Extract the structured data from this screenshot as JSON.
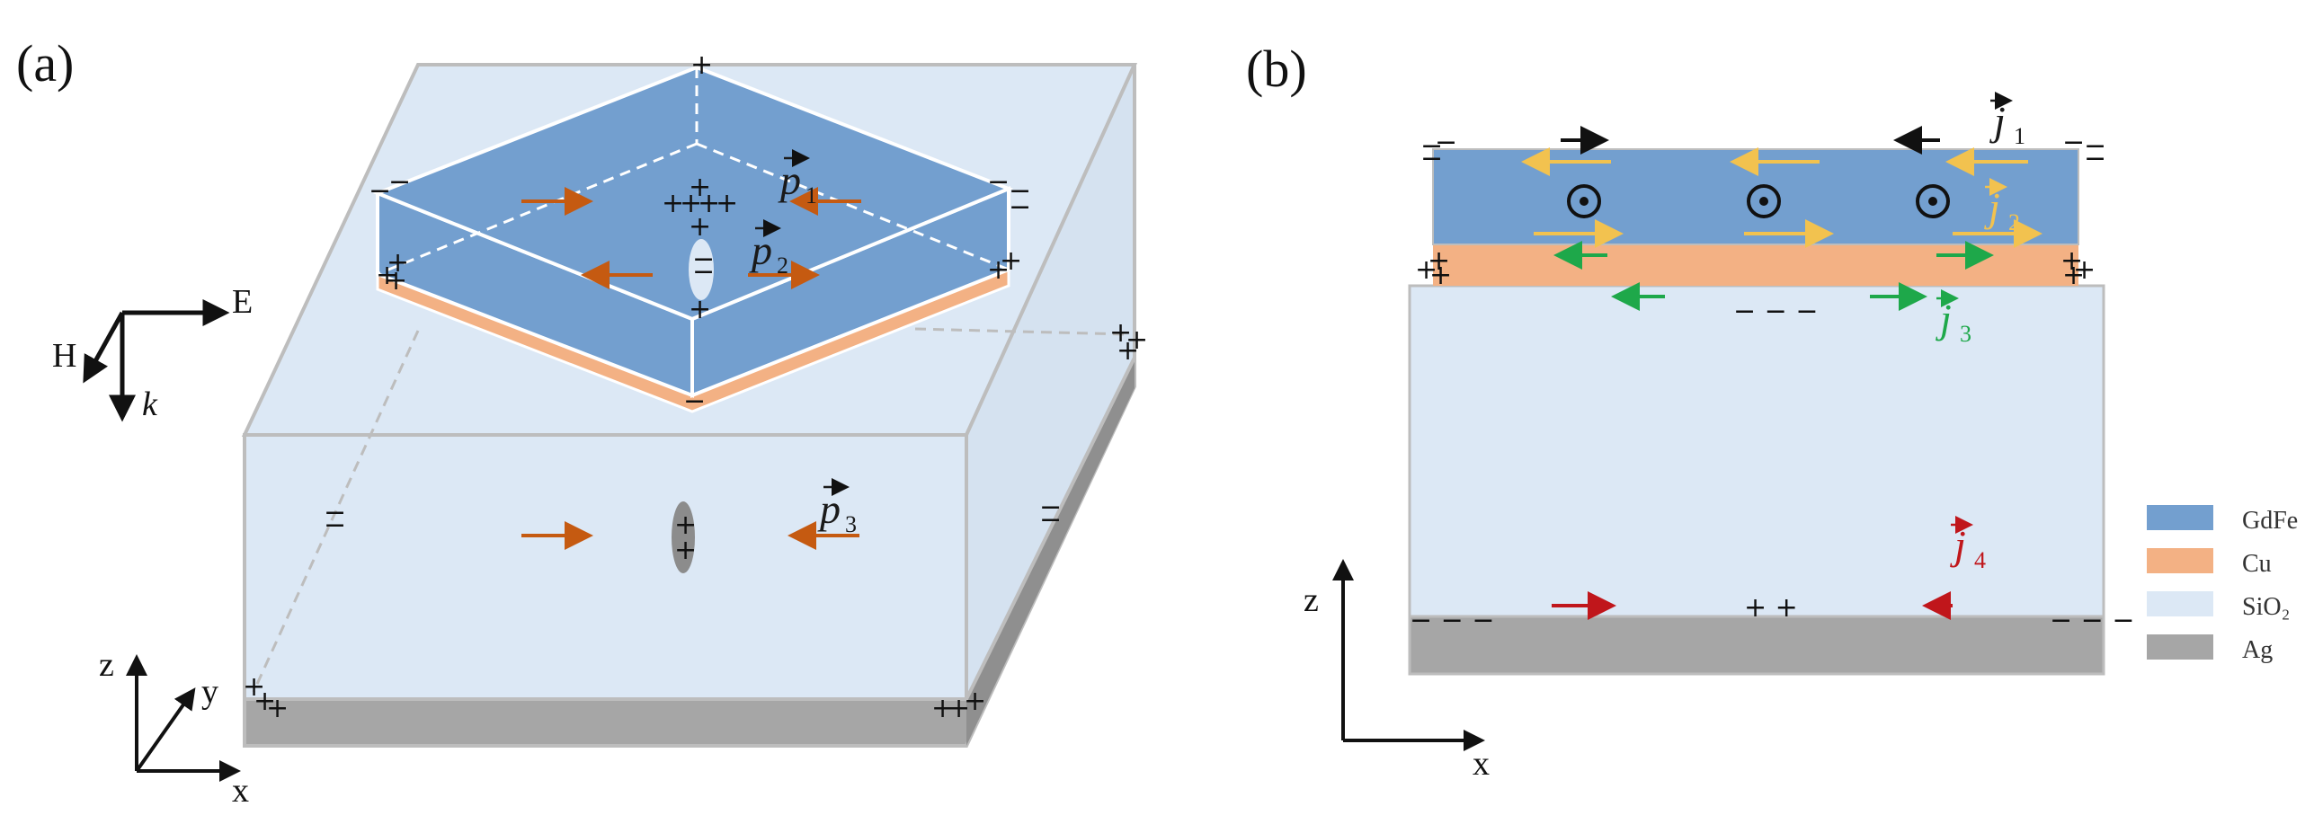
{
  "panels": {
    "a": "(a)",
    "b": "(b)"
  },
  "field_labels": {
    "E": "E",
    "H": "H",
    "k": "k"
  },
  "axes_a": {
    "x": "x",
    "y": "y",
    "z": "z"
  },
  "axes_b": {
    "x": "x",
    "z": "z"
  },
  "vectors": {
    "p1": {
      "base": "p",
      "sub": "1",
      "color": "#1a1a1a"
    },
    "p2": {
      "base": "p",
      "sub": "2",
      "color": "#1a1a1a"
    },
    "p3": {
      "base": "p",
      "sub": "3",
      "color": "#1a1a1a"
    },
    "j1": {
      "base": "j",
      "sub": "1",
      "color": "#1a1a1a"
    },
    "j2": {
      "base": "j",
      "sub": "2",
      "color": "#f2c24f"
    },
    "j3": {
      "base": "j",
      "sub": "3",
      "color": "#1ea84a"
    },
    "j4": {
      "base": "j",
      "sub": "4",
      "color": "#c0161b"
    }
  },
  "colors": {
    "GdFe": "#739fcf",
    "Cu": "#f3b184",
    "SiO2": "#dce8f5",
    "Ag": "#a6a6a6",
    "arrow_orange": "#c55a11",
    "arrow_yellow": "#f2c24f",
    "arrow_green": "#1ea84a",
    "arrow_red": "#c0161b"
  },
  "legend": [
    {
      "label": "GdFe",
      "color": "#739fcf"
    },
    {
      "label": "Cu",
      "color": "#f3b184"
    },
    {
      "label": "SiO₂",
      "color": "#dce8f5"
    },
    {
      "label": "Ag",
      "color": "#a6a6a6"
    }
  ],
  "charges": {
    "plus": "+",
    "minus": "−",
    "triple_minus": "− − −",
    "double_plus": "+ +"
  },
  "symbols": {
    "out_of_page": "⊙"
  }
}
